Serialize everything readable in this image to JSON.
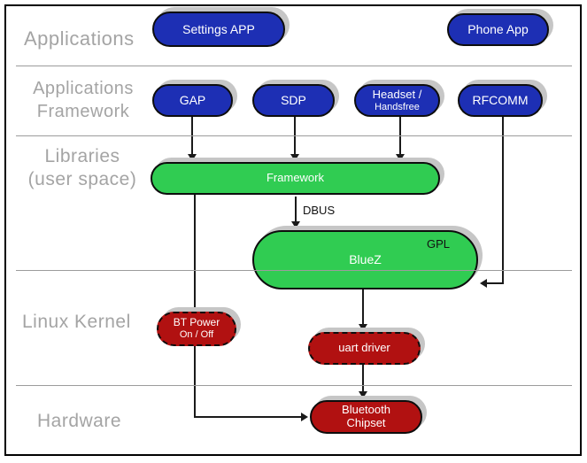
{
  "diagram": {
    "type": "layered-architecture",
    "subject": "Bluetooth software stack",
    "layers": [
      {
        "label": "Applications"
      },
      {
        "line1": "Applications",
        "line2": "Framework"
      },
      {
        "line1": "Libraries",
        "line2": "(user space)"
      },
      {
        "label": "Linux Kernel"
      },
      {
        "label": "Hardware"
      }
    ],
    "nodes": {
      "settings_app": {
        "label": "Settings APP"
      },
      "phone_app": {
        "label": "Phone App"
      },
      "gap": {
        "label": "GAP"
      },
      "sdp": {
        "label": "SDP"
      },
      "headset": {
        "line1": "Headset /",
        "line2": "Handsfree"
      },
      "rfcomm": {
        "label": "RFCOMM"
      },
      "framework": {
        "label": "Framework"
      },
      "bluez": {
        "label": "BlueZ",
        "tag": "GPL"
      },
      "bt_power": {
        "line1": "BT Power",
        "line2": "On / Off"
      },
      "uart_driver": {
        "label": "uart driver"
      },
      "bluetooth_chipset": {
        "line1": "Bluetooth",
        "line2": "Chipset"
      }
    },
    "edge_labels": {
      "dbus": "DBUS"
    },
    "edges": [
      {
        "from": "GAP",
        "to": "Framework"
      },
      {
        "from": "SDP",
        "to": "Framework"
      },
      {
        "from": "Headset / Handsfree",
        "to": "Framework"
      },
      {
        "from": "RFCOMM",
        "to": "BlueZ"
      },
      {
        "from": "Framework",
        "to": "BlueZ",
        "label": "DBUS"
      },
      {
        "from": "Framework",
        "to": "BT Power On / Off"
      },
      {
        "from": "BlueZ",
        "to": "uart driver"
      },
      {
        "from": "uart driver",
        "to": "Bluetooth Chipset"
      },
      {
        "from": "BT Power On / Off",
        "to": "Bluetooth Chipset"
      }
    ],
    "colors": {
      "node_blue": "#1D2FB4",
      "node_green": "#30CC52",
      "node_red": "#B11111",
      "shadow_gray": "#C6C6C6",
      "label_gray": "#A4A4A4",
      "divider_gray": "#9C9C9C"
    }
  }
}
